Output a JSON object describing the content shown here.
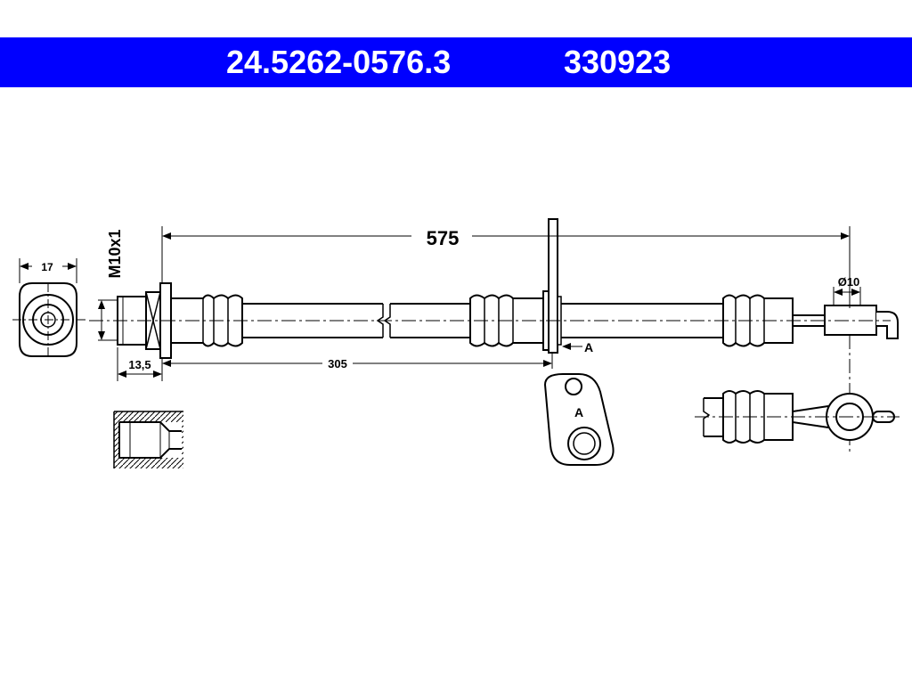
{
  "header": {
    "part_number": "24.5262-0576.3",
    "reference": "330923",
    "bg_color": "#0000ff",
    "text_color": "#ffffff"
  },
  "dimensions": {
    "total_length": "575",
    "bracket_position": "305",
    "thread": "M10x1",
    "wrench_size": "17",
    "fitting_length": "13,5",
    "end_diameter": "Ø10",
    "section_marker": "A",
    "detail_label": "A"
  }
}
